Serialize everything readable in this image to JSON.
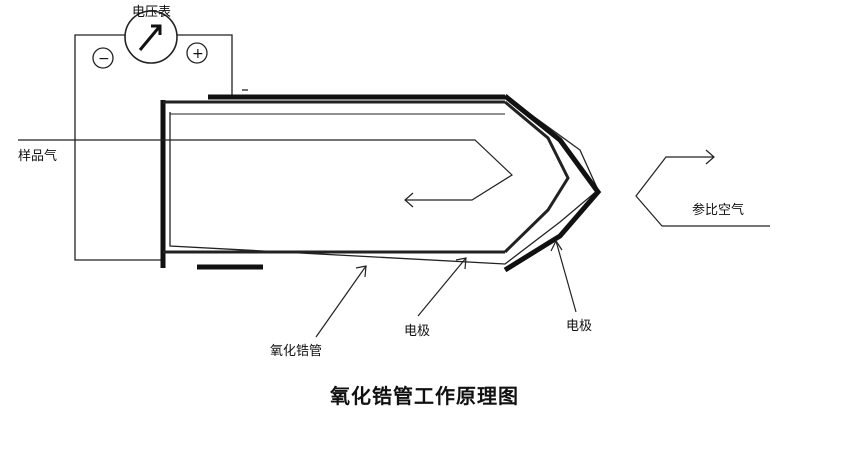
{
  "labels": {
    "voltmeter": "电压表",
    "minus": "−",
    "plus": "+",
    "sample_gas": "样品气",
    "reference_air": "参比空气",
    "zirconia_tube": "氧化锆管",
    "electrode_inner": "电极",
    "electrode_outer": "电极"
  },
  "caption": "氧化锆管工作原理图"
}
